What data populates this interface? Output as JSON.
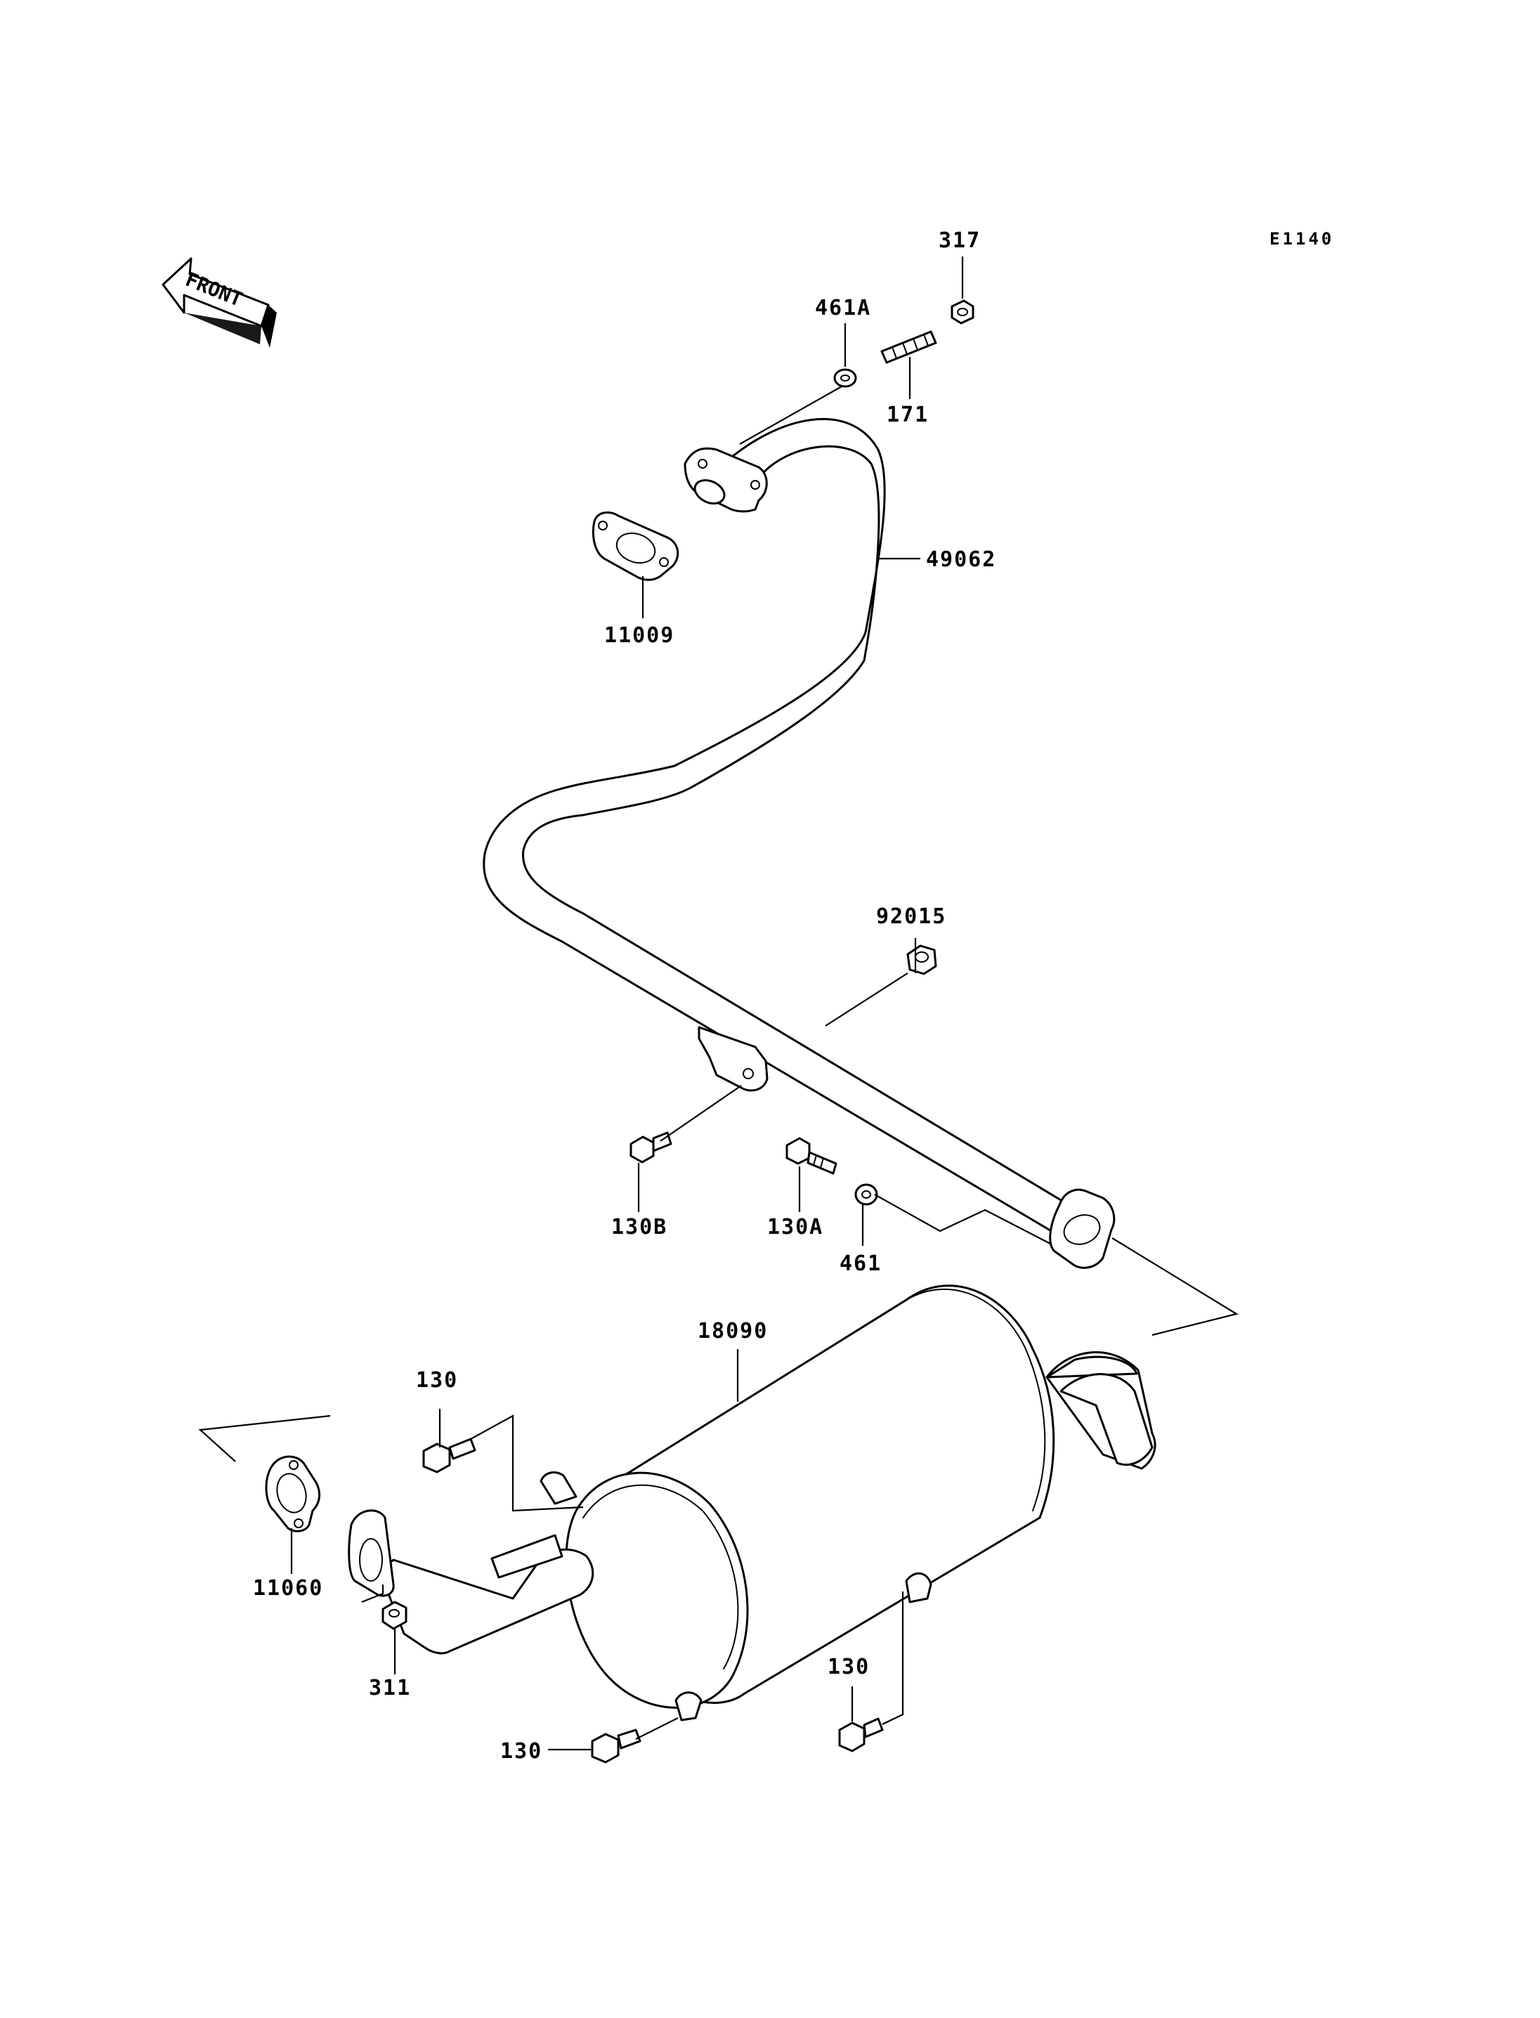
{
  "diagram": {
    "ref_code": "E1140",
    "front_label": "FRONT",
    "parts": {
      "p317": "317",
      "p461A": "461A",
      "p171": "171",
      "p49062": "49062",
      "p11009": "11009",
      "p92015": "92015",
      "p130B": "130B",
      "p130A": "130A",
      "p461": "461",
      "p18090": "18090",
      "p130_top": "130",
      "p11060": "11060",
      "p311": "311",
      "p130_right": "130",
      "p130_bottom": "130"
    }
  }
}
